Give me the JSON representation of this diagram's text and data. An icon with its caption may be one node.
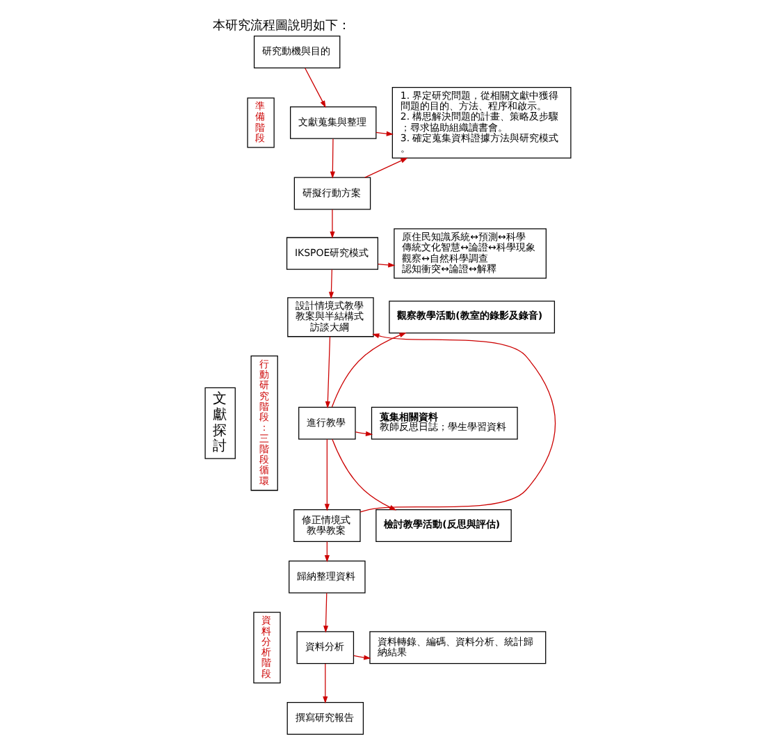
{
  "diagram": {
    "title": "本研究流程圖說明如下：",
    "nodes": [
      {
        "text": [
          "文獻探討"
        ]
      },
      {
        "text": [
          "準備階段"
        ]
      },
      {
        "text": [
          "行動研究階段：三階段循環"
        ]
      },
      {
        "text": [
          "資料分析階段"
        ]
      },
      {
        "text": [
          "研究動機與目的"
        ]
      },
      {
        "text": [
          "文獻蒐集與整理"
        ]
      },
      {
        "text": [
          "研擬行動方案"
        ]
      },
      {
        "text": [
          "1. 界定研究問題，從相關文獻中獲得問題的目的、方法、程序和啟示。",
          "2. 構思解決問題的計畫、策略及步驟；尋求協助組織讀書會。",
          "3. 確定蒐集資料證據方法與研究模式。"
        ]
      },
      {
        "text": [
          "IKSPOE研究模式"
        ]
      },
      {
        "text": [
          "原住民知識系統↔預測↔科學",
          "傳統文化智慧↔論證↔科學現象",
          "觀察↔自然科學調查",
          "認知衝突↔論證↔解釋"
        ]
      },
      {
        "text": [
          "設計情境式教學教案與半結構式訪談大綱"
        ]
      },
      {
        "text": [
          "進行教學"
        ]
      },
      {
        "text": [
          "修正情境式教學教案"
        ]
      },
      {
        "text": [
          "觀察教學活動(教室的錄影及錄音)"
        ]
      },
      {
        "text": [
          "蒐集相關資料",
          "教師反思日誌；學生學習資料"
        ]
      },
      {
        "text": [
          "檢討教學活動(反思與評估)"
        ]
      },
      {
        "text": [
          "歸納整理資料"
        ]
      },
      {
        "text": [
          "資料分析"
        ]
      },
      {
        "text": [
          "資料轉錄、編碼、資料分析、統計歸納結果"
        ]
      },
      {
        "text": [
          "撰寫研究報告"
        ]
      }
    ],
    "edges": [
      {
        "from": 4,
        "to": 5,
        "arrow": "to"
      },
      {
        "from": 5,
        "to": 6,
        "arrow": "to"
      },
      {
        "from": 5,
        "to": 7,
        "arrow": "to"
      },
      {
        "from": 6,
        "to": 7,
        "arrow": "to"
      },
      {
        "from": 6,
        "to": 8,
        "arrow": "to"
      },
      {
        "from": 8,
        "to": 9,
        "arrow": "to"
      },
      {
        "from": 8,
        "to": 10,
        "arrow": "to"
      },
      {
        "from": 10,
        "to": 11,
        "arrow": "to"
      },
      {
        "from": 11,
        "to": 12,
        "arrow": "to"
      },
      {
        "from": 12,
        "to": 10,
        "arrow": "to"
      },
      {
        "from": 11,
        "to": 13,
        "arrow": "to"
      },
      {
        "from": 11,
        "to": 14,
        "arrow": "to"
      },
      {
        "from": 11,
        "to": 15,
        "arrow": "to"
      },
      {
        "from": 12,
        "to": 16,
        "arrow": "to"
      },
      {
        "from": 16,
        "to": 17,
        "arrow": "to"
      },
      {
        "from": 17,
        "to": 18,
        "arrow": "to"
      },
      {
        "from": 17,
        "to": 19,
        "arrow": "to"
      }
    ]
  }
}
